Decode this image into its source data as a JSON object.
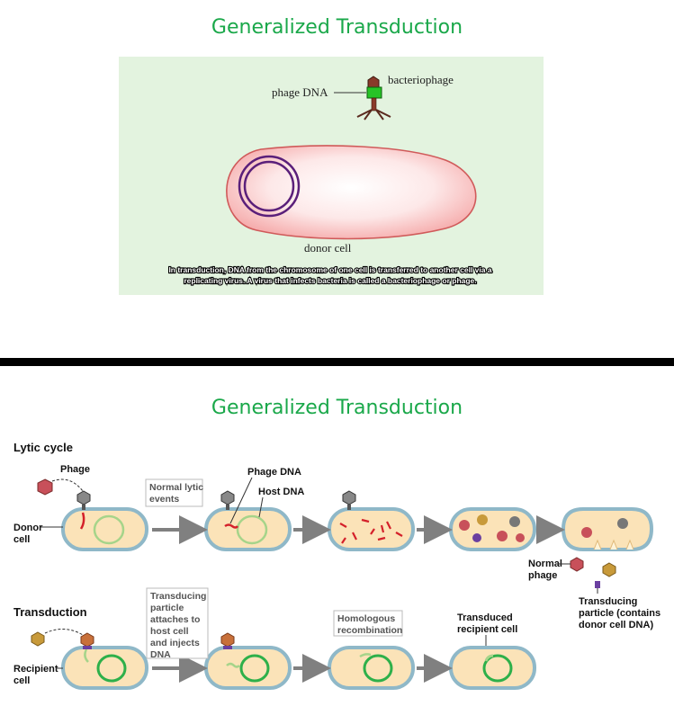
{
  "top": {
    "title": "Generalized Transduction",
    "labels": {
      "phage_dna": "phage DNA",
      "bacteriophage": "bacteriophage",
      "donor_cell": "donor cell"
    },
    "caption": [
      "In transduction, DNA from the chromosome of one cell is transferred to another cell via a",
      "replicating virus. A virus that infects bacteria is called a bacteriophage or phage."
    ]
  },
  "bottom": {
    "title": "Generalized Transduction",
    "lytic": {
      "header": "Lytic cycle",
      "phage": "Phage",
      "donor_cell": [
        "Donor",
        "cell"
      ],
      "normal_lytic_events": [
        "Normal lytic",
        "events"
      ],
      "phage_dna": "Phage DNA",
      "host_dna": "Host DNA",
      "normal_phage": [
        "Normal",
        "phage"
      ],
      "transducing_particle": [
        "Transducing",
        "particle (contains",
        "donor cell DNA)"
      ]
    },
    "transduction": {
      "header": "Transduction",
      "recipient_cell": [
        "Recipient",
        "cell"
      ],
      "attaches": [
        "Transducing",
        "particle",
        "attaches to",
        "host cell",
        "and injects",
        "DNA"
      ],
      "homologous": [
        "Homologous",
        "recombination"
      ],
      "transduced": [
        "Transduced",
        "recipient cell"
      ]
    }
  },
  "colors": {
    "title": "#1aa84a",
    "panel": "#e3f3df",
    "cell_fill": "#fbe3b8",
    "cell_wall": "#8fb8c8",
    "chromosome": "#2eb04a",
    "phage_dna": "#d4202a",
    "arrow": "#808080"
  }
}
